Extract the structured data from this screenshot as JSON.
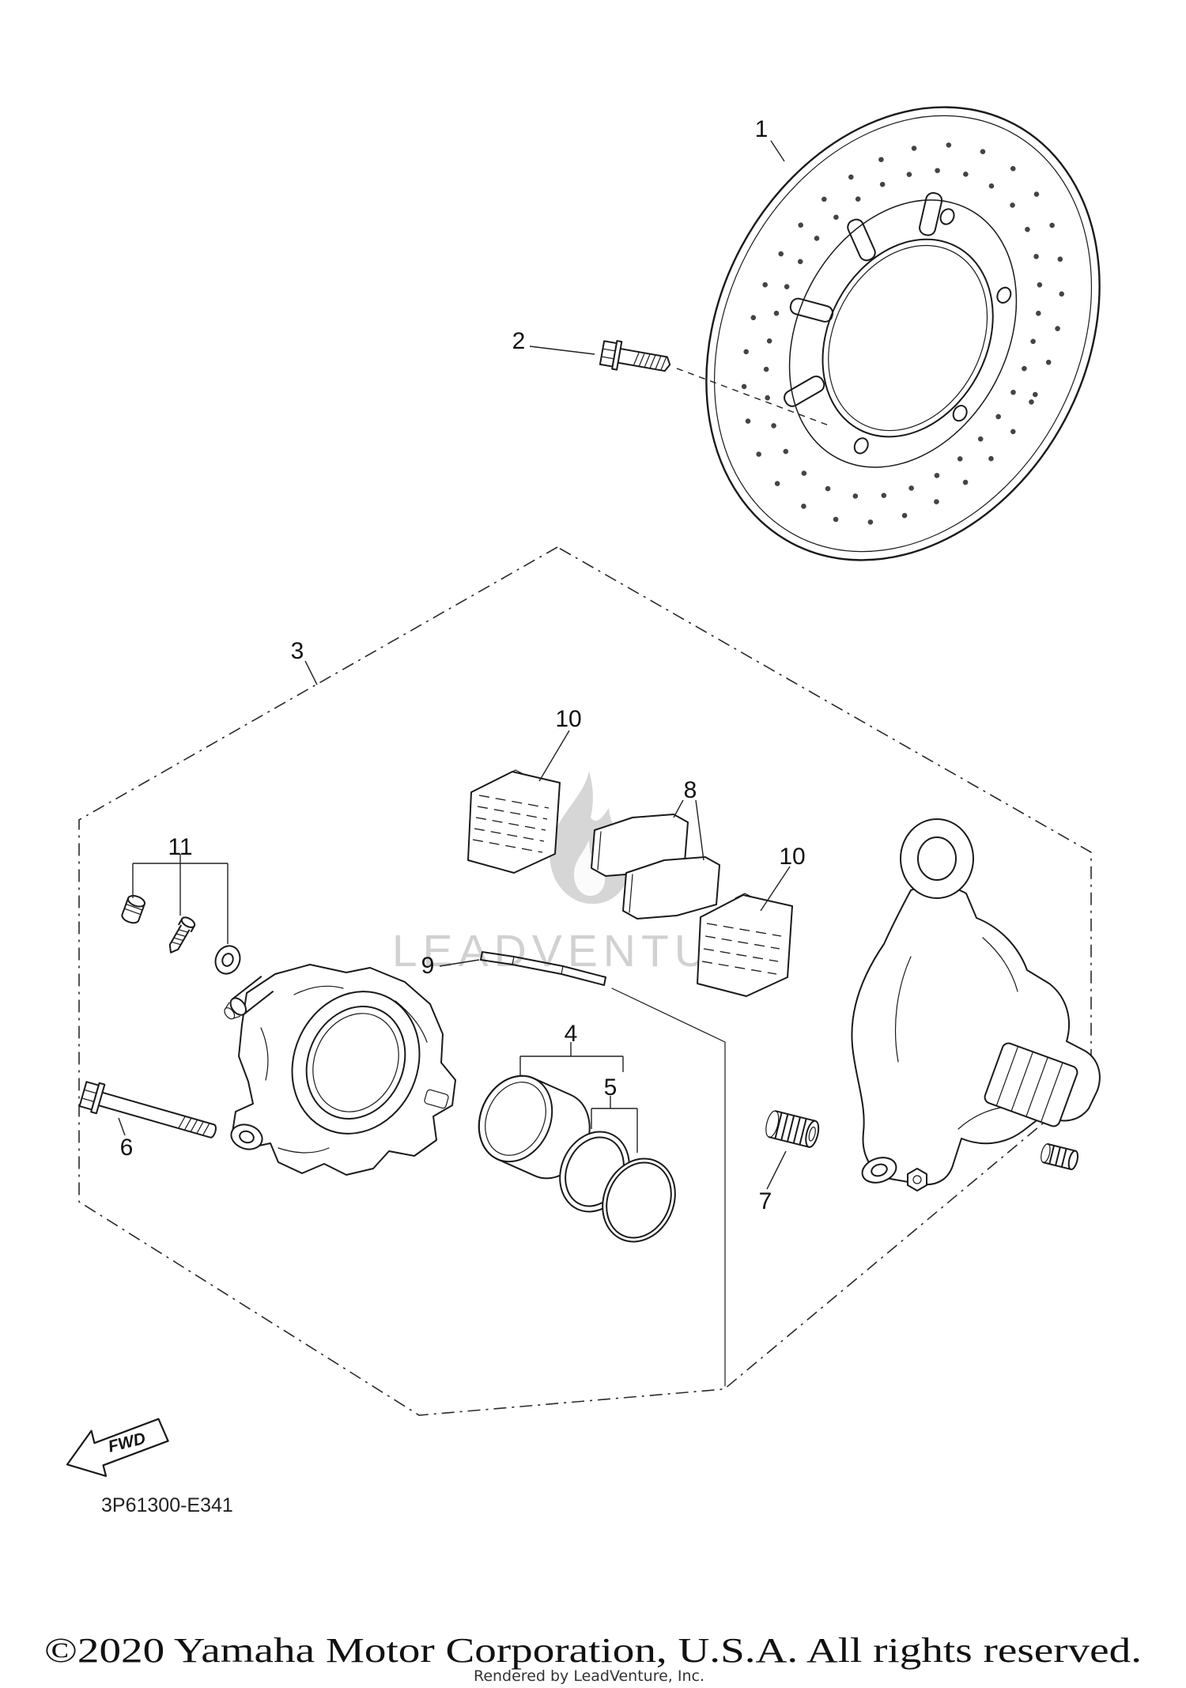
{
  "colors": {
    "background": "#ffffff",
    "line": "#1a1a1a",
    "watermark": "#c9c9c9"
  },
  "diagram": {
    "callouts": [
      {
        "label": "1"
      },
      {
        "label": "2"
      },
      {
        "label": "3"
      },
      {
        "label": "10"
      },
      {
        "label": "8"
      },
      {
        "label": "10"
      },
      {
        "label": "11"
      },
      {
        "label": "9"
      },
      {
        "label": "4"
      },
      {
        "label": "5"
      },
      {
        "label": "6"
      },
      {
        "label": "7"
      }
    ],
    "part_code": "3P61300-E341",
    "fwd_label": "FWD"
  },
  "watermark": {
    "brand": "LEADVENTURE"
  },
  "footer": {
    "copyright": "©2020 Yamaha Motor Corporation, U.S.A. All rights reserved.",
    "rendered_by": "Rendered by LeadVenture, Inc."
  }
}
